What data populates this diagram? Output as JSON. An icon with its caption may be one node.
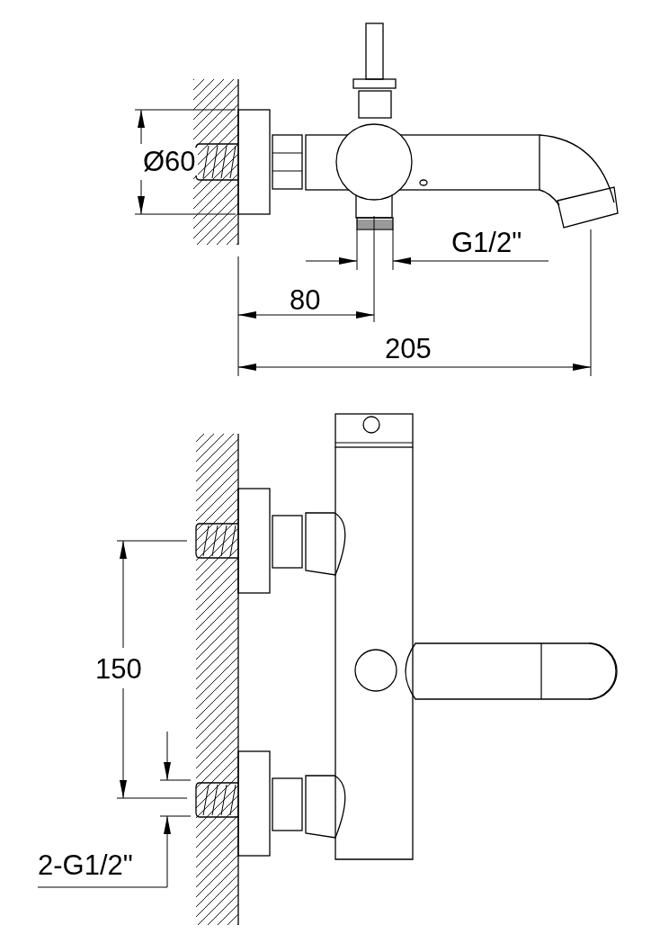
{
  "diagram": {
    "labels": [
      "Ø60",
      "G1/2\"",
      "80",
      "205",
      "150",
      "2-G1/2\""
    ]
  }
}
